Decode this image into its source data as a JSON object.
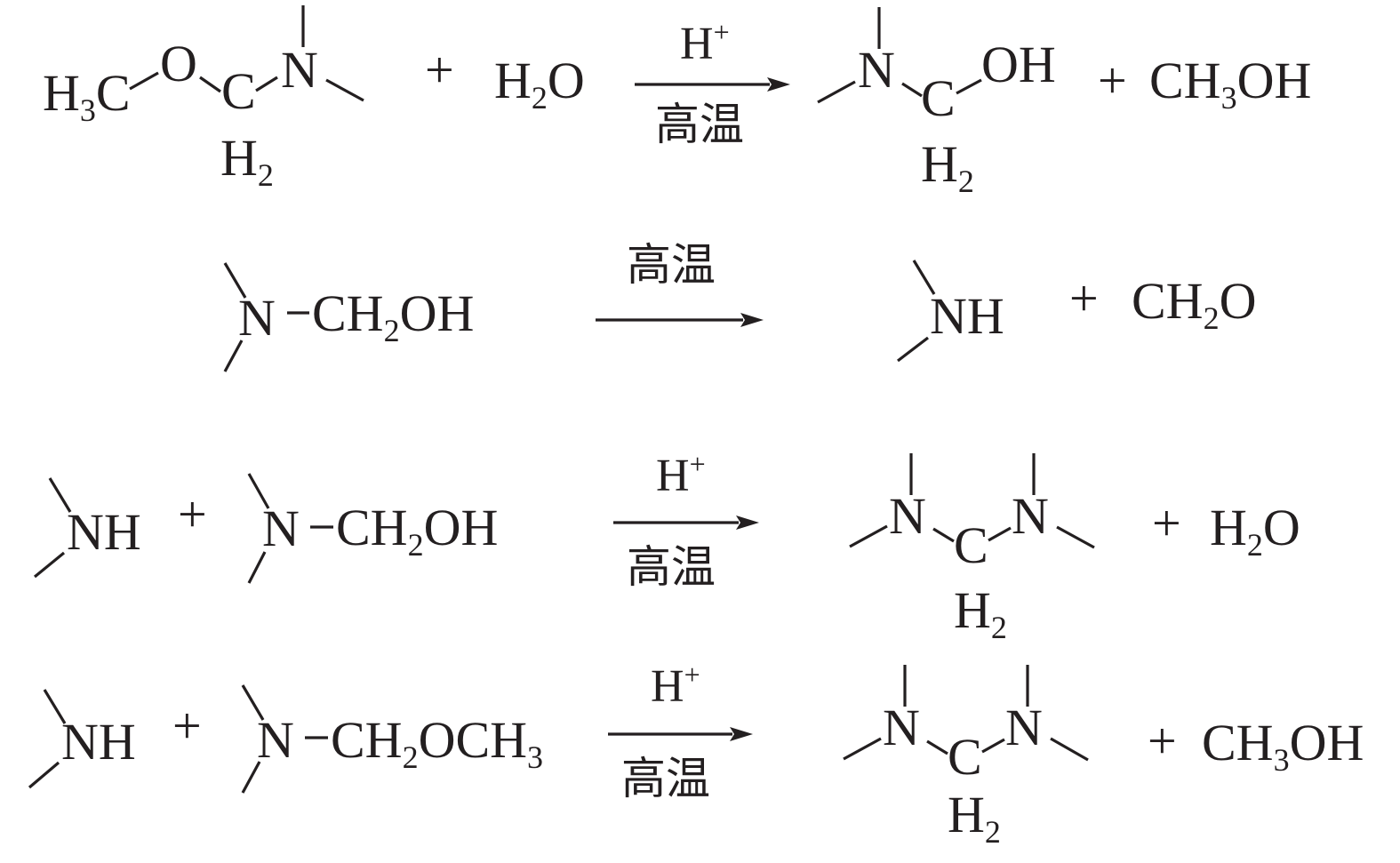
{
  "glyphs": {
    "plus": "+",
    "h": "H",
    "c": "C",
    "n": "N",
    "o": "O",
    "oh": "OH",
    "nh": "NH",
    "ch": "CH",
    "sub2": "2",
    "sub3": "3",
    "sup_plus": "+"
  },
  "conditions": {
    "acid": "H",
    "acid_sup": "+",
    "heat": "高温"
  },
  "reactions": [
    {
      "id": 1,
      "reactants": [
        "H3C-O-CH2-N(CH3)2",
        "H2O"
      ],
      "products": [
        "(CH3)2N-CH2-OH",
        "CH3OH"
      ],
      "conditions": [
        "H+",
        "高温"
      ]
    },
    {
      "id": 2,
      "reactants": [
        "(CH3)2N-CH2OH"
      ],
      "products": [
        "(CH3)2NH",
        "CH2O"
      ],
      "conditions": [
        "高温"
      ]
    },
    {
      "id": 3,
      "reactants": [
        "(CH3)2NH",
        "(CH3)2N-CH2OH"
      ],
      "products": [
        "(CH3)2N-CH2-N(CH3)2",
        "H2O"
      ],
      "conditions": [
        "H+",
        "高温"
      ]
    },
    {
      "id": 4,
      "reactants": [
        "(CH3)2NH",
        "(CH3)2N-CH2OCH3"
      ],
      "products": [
        "(CH3)2N-CH2-N(CH3)2",
        "CH3OH"
      ],
      "conditions": [
        "H+",
        "高温"
      ]
    }
  ]
}
